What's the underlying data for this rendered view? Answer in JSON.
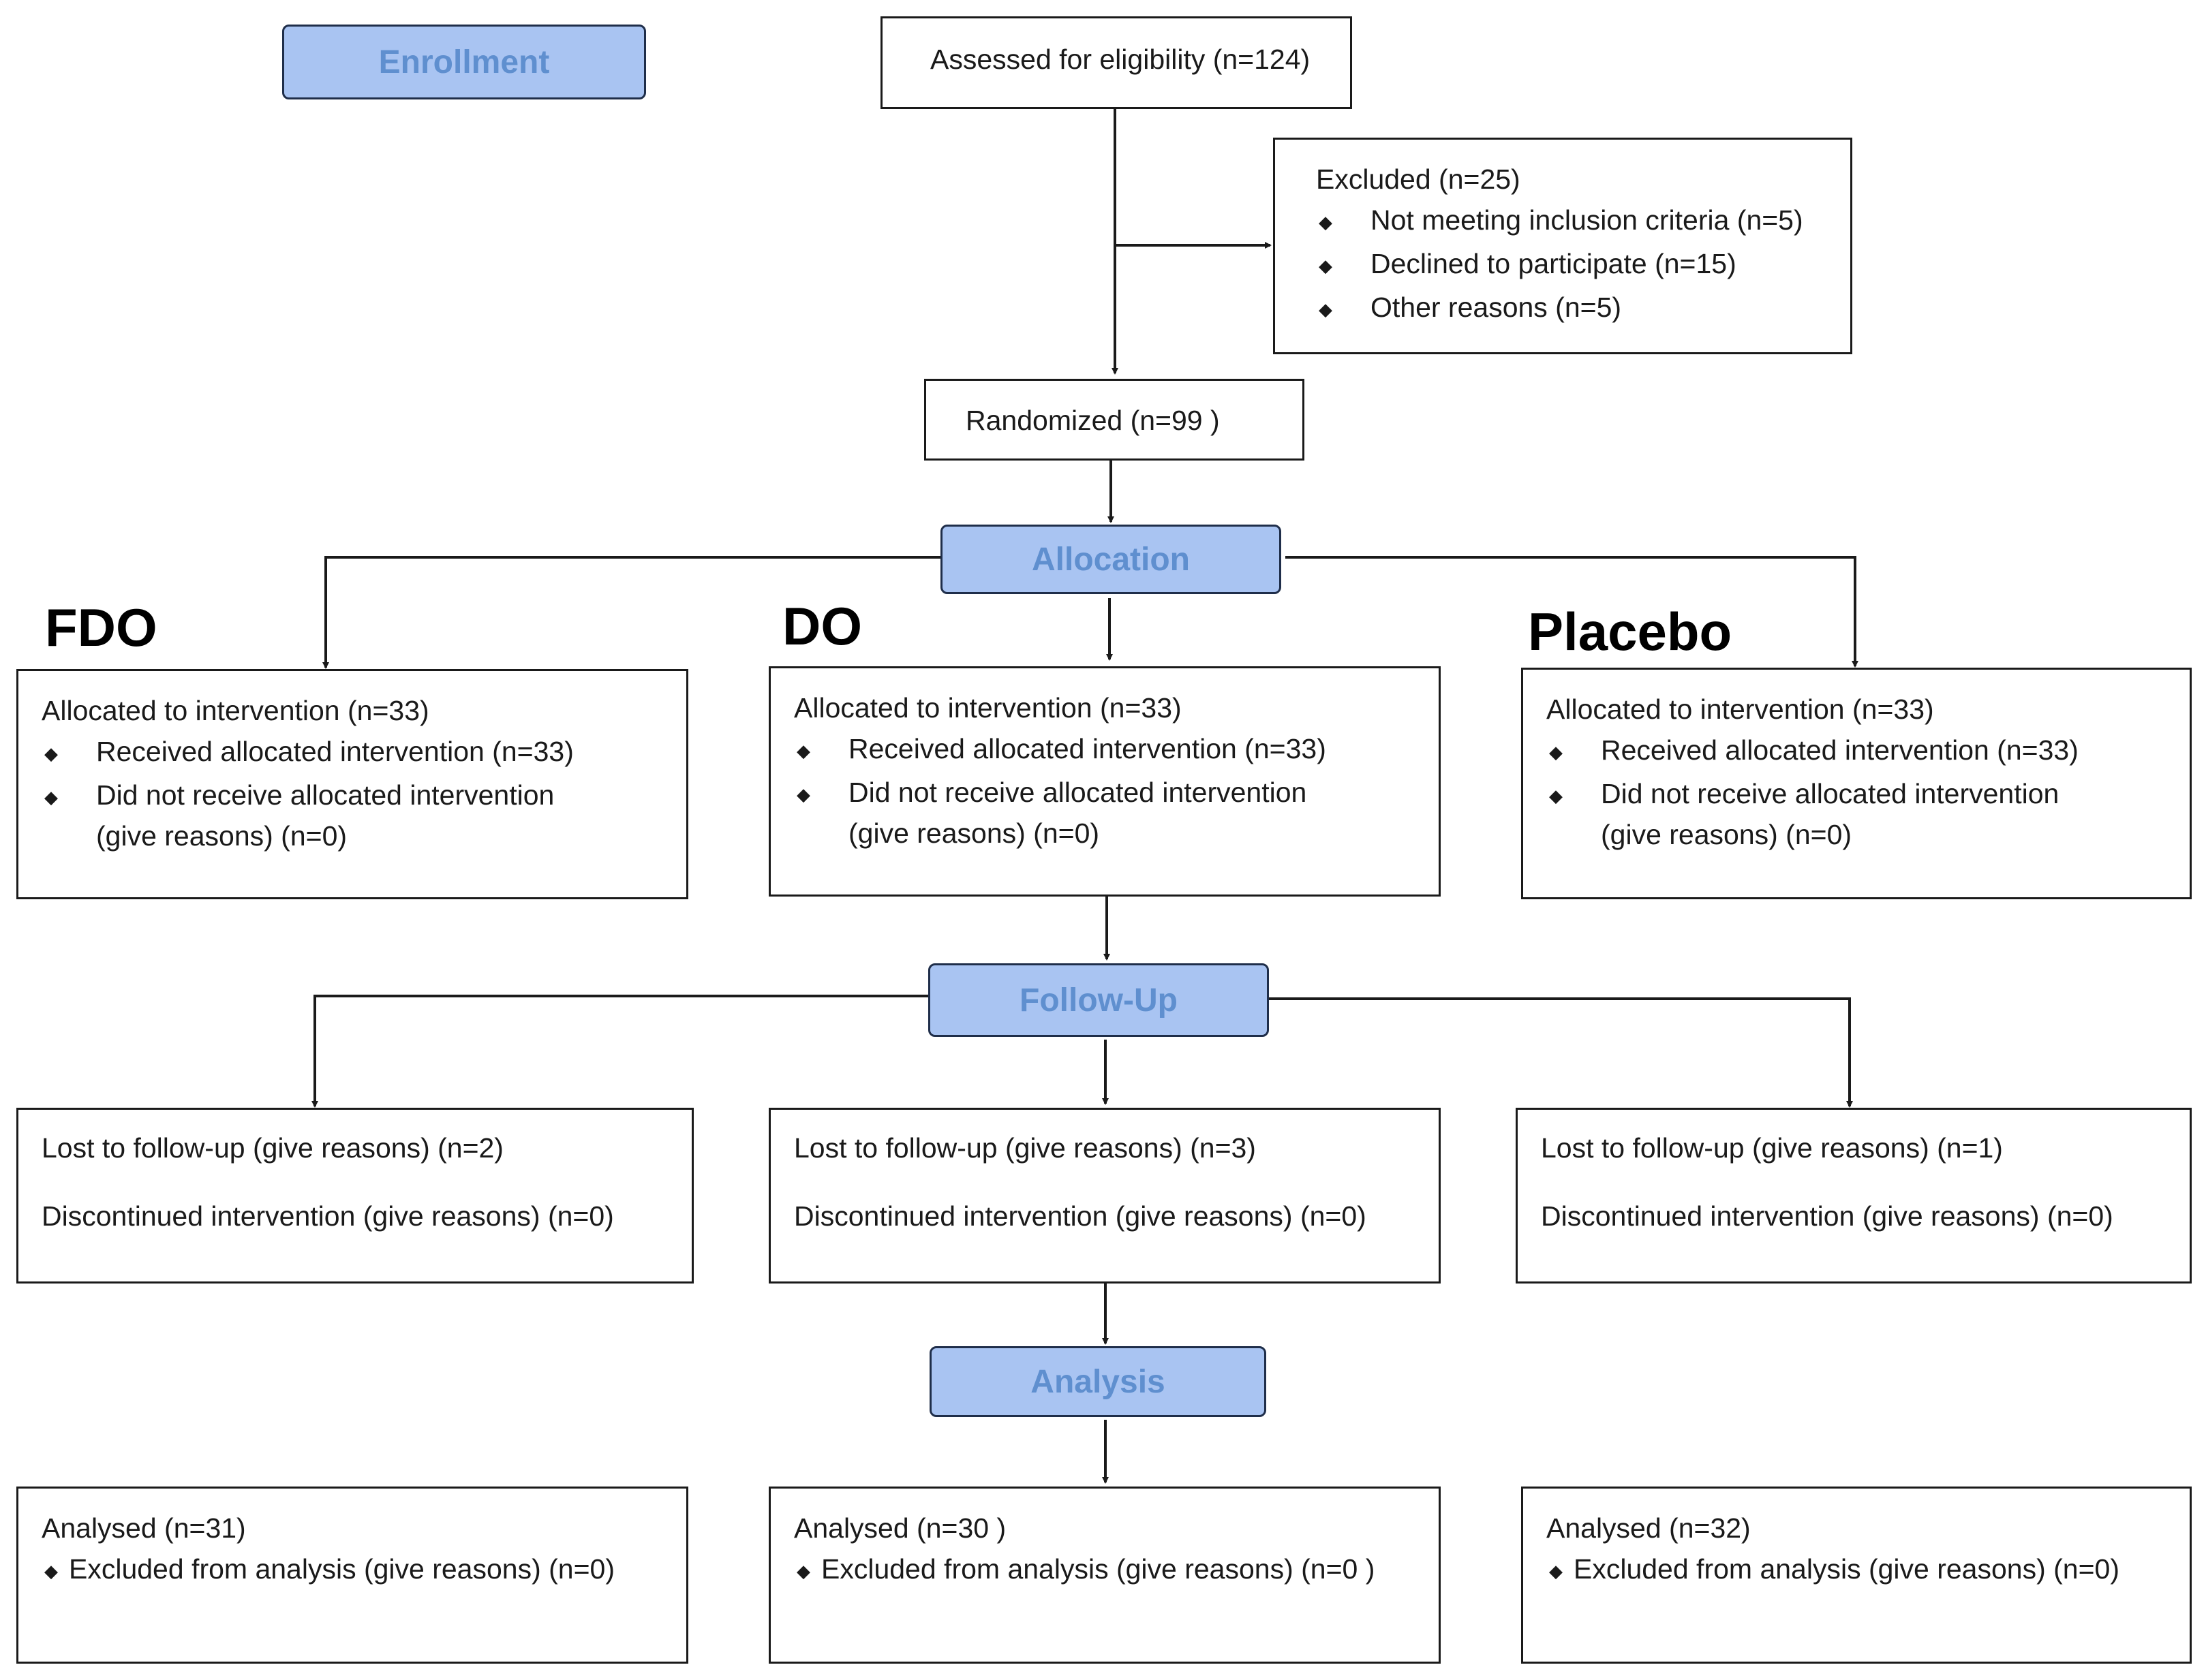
{
  "stages": {
    "enrollment": "Enrollment",
    "allocation": "Allocation",
    "follow_up": "Follow-Up",
    "analysis": "Analysis"
  },
  "arms": [
    "FDO",
    "DO",
    "Placebo"
  ],
  "enrollment": {
    "assessed": "Assessed for eligibility (n=124)",
    "excluded_title": "Excluded  (n=25)",
    "excluded_items": [
      "Not meeting inclusion criteria (n=5)",
      "Declined to participate (n=15)",
      "Other reasons (n=5)"
    ],
    "randomized": "Randomized (n=99 )"
  },
  "bullet_glyph": "◆",
  "allocation": [
    {
      "title": "Allocated to intervention (n=33)",
      "received": "Received allocated intervention (n=33)",
      "not_received": "Did not receive allocated intervention",
      "not_received_2": "(give reasons) (n=0)"
    },
    {
      "title": "Allocated to intervention (n=33)",
      "received": "Received allocated intervention (n=33)",
      "not_received": "Did not receive allocated intervention",
      "not_received_2": "(give reasons) (n=0)"
    },
    {
      "title": "Allocated to intervention (n=33)",
      "received": "Received allocated intervention (n=33)",
      "not_received": "Did not receive allocated intervention",
      "not_received_2": "(give reasons) (n=0)"
    }
  ],
  "follow_up": [
    {
      "lost": "Lost to follow-up (give reasons) (n=2)",
      "discontinued": "Discontinued intervention (give reasons) (n=0)"
    },
    {
      "lost": "Lost to follow-up (give reasons) (n=3)",
      "discontinued": "Discontinued intervention (give reasons) (n=0)"
    },
    {
      "lost": "Lost to follow-up (give reasons) (n=1)",
      "discontinued": "Discontinued intervention (give reasons) (n=0)"
    }
  ],
  "analysis": [
    {
      "analysed": "Analysed  (n=31)",
      "excluded": "Excluded from analysis (give reasons) (n=0)"
    },
    {
      "analysed": "Analysed  (n=30 )",
      "excluded": "Excluded from analysis (give reasons) (n=0 )"
    },
    {
      "analysed": "Analysed  (n=32)",
      "excluded": "Excluded from analysis (give reasons) (n=0)"
    }
  ],
  "colors": {
    "stage_fill": "#a9c4f2",
    "stage_text": "#5f8fcf",
    "border": "#1a1a1a"
  }
}
